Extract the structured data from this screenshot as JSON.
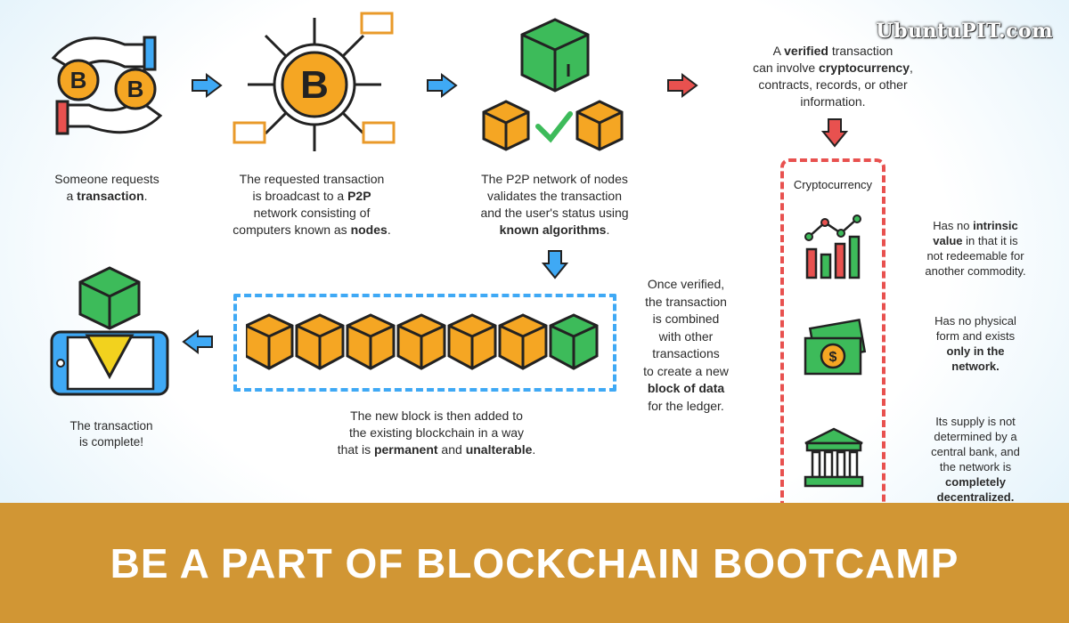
{
  "watermark": "UbuntuPIT.com",
  "steps": {
    "step1": {
      "pre": "Someone requests",
      "pre2": "a ",
      "bold": "transaction",
      "post": "."
    },
    "step2": {
      "l1": "The requested transaction",
      "l2a": "is broadcast to a ",
      "l2b": "P2P",
      "l3": "network consisting of",
      "l4a": "computers known as ",
      "l4b": "nodes",
      "l4c": "."
    },
    "step3": {
      "l1": "The P2P network of nodes",
      "l2": "validates the transaction",
      "l3": "and the user's status using",
      "l4b": "known algorithms",
      "l4c": "."
    },
    "step4": {
      "l1a": "A ",
      "l1b": "verified",
      "l1c": " transaction",
      "l2a": "can involve ",
      "l2b": "cryptocurrency",
      "l2c": ",",
      "l3": "contracts, records, or other",
      "l4": "information."
    },
    "step5": {
      "l1": "Once verified,",
      "l2": "the transaction",
      "l3": "is combined",
      "l4": "with other",
      "l5": "transactions",
      "l6": "to create a new",
      "l7": "block of data",
      "l8": "for the ledger."
    },
    "step6": {
      "l1": "The new block is then added to",
      "l2": "the existing blockchain in a way",
      "l3a": "that is ",
      "l3b": "permanent",
      "l3c": " and ",
      "l3d": "unalterable",
      "l3e": "."
    },
    "step7": {
      "l1": "The transaction",
      "l2": "is complete!"
    }
  },
  "crypto": {
    "title": "Cryptocurrency",
    "f1": {
      "l1": "Has no ",
      "l1b": "intrinsic",
      "l2b": "value",
      "l2": " in that it is",
      "l3": "not redeemable for",
      "l4": "another commodity."
    },
    "f2": {
      "l1": "Has no physical",
      "l2": "form and exists",
      "l3b": "only in the",
      "l4b": "network."
    },
    "f3": {
      "l1": "Its supply is not",
      "l2": "determined by a",
      "l3": "central bank, and",
      "l4": "the network is",
      "l5b": "completely",
      "l6b": "decentralized."
    }
  },
  "banner": "BE A PART OF BLOCKCHAIN BOOTCAMP",
  "colors": {
    "banner": "#d19634",
    "orange": "#f5a623",
    "green": "#3dbb5a",
    "blue_arrow": "#3fa9f5",
    "red_arrow": "#e8514f"
  },
  "icons": [
    "hands-bitcoin-icon",
    "bitcoin-network-icon",
    "nodes-validate-icon",
    "mobile-complete-icon",
    "chart-icon",
    "money-icon",
    "bank-icon"
  ]
}
